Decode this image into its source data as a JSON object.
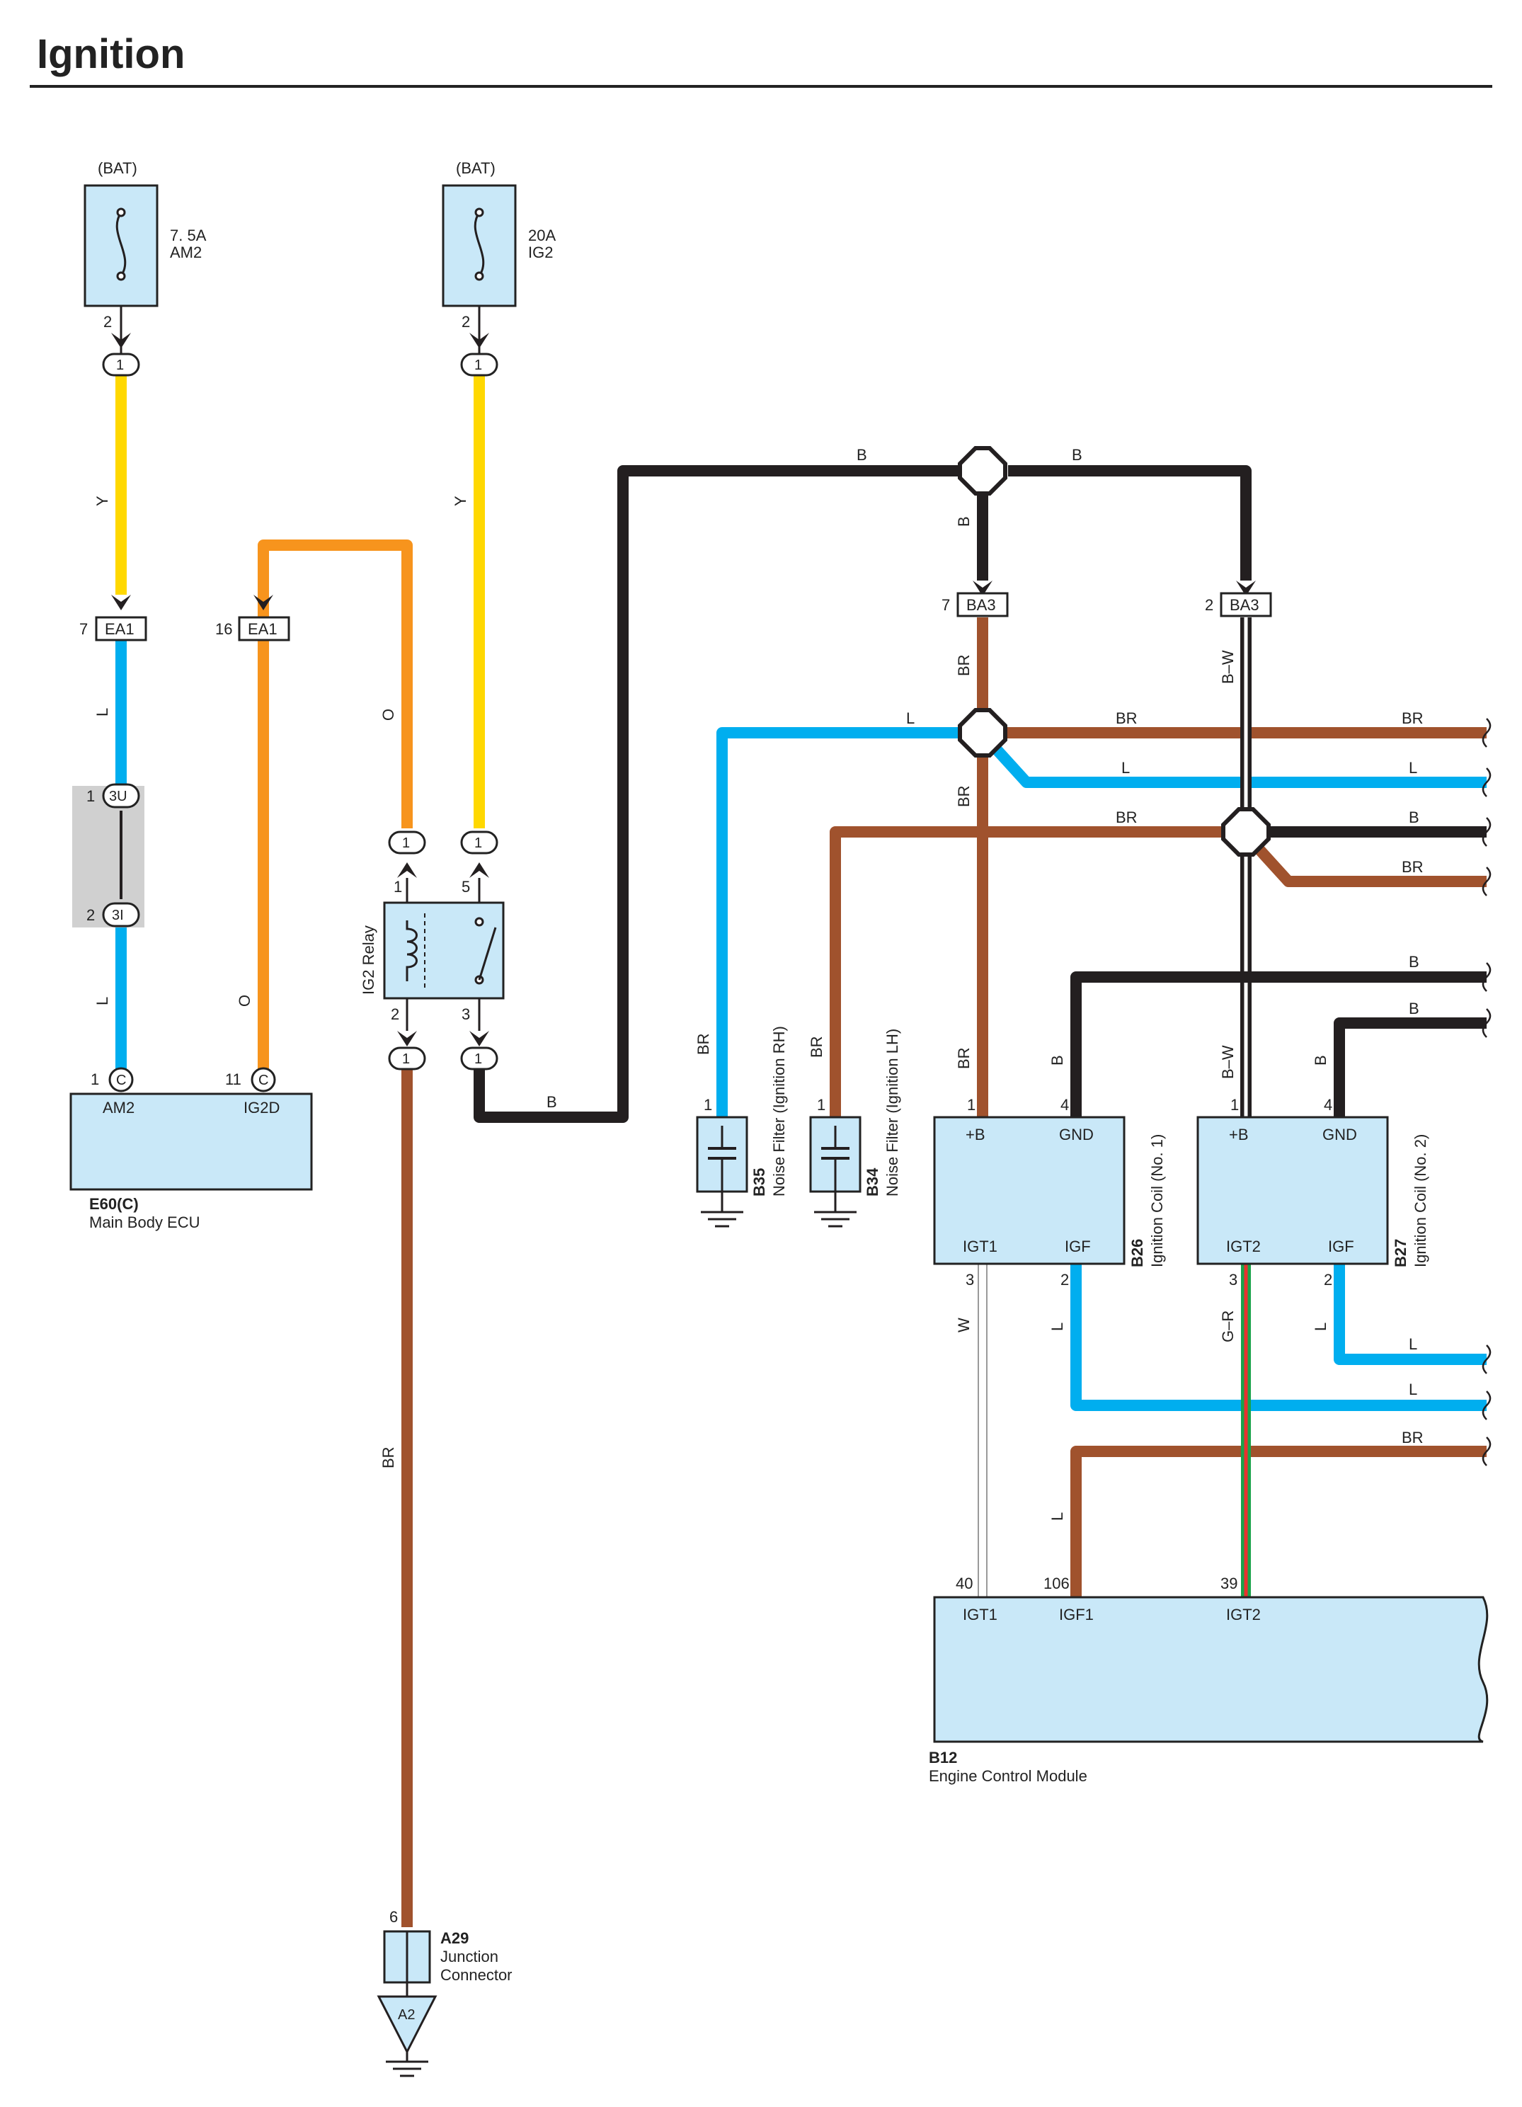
{
  "title": "Ignition",
  "colors": {
    "Y": "#ffd800",
    "L": "#00aeef",
    "O": "#f7941d",
    "BR": "#a0522d",
    "B": "#231f20",
    "W": "#ffffff",
    "box": "#c9e8f8",
    "ground_grey": "#d0d0d0",
    "G": "#1aa34a",
    "R": "#e8322d"
  },
  "fuses": [
    {
      "source": "(BAT)",
      "rating": "7. 5A",
      "name": "AM2",
      "pin": "2",
      "connector": "1"
    },
    {
      "source": "(BAT)",
      "rating": "20A",
      "name": "IG2",
      "pin": "2",
      "connector": "1"
    }
  ],
  "connectors": {
    "ea1_a": {
      "pin": "7",
      "code": "EA1"
    },
    "ea1_b": {
      "pin": "16",
      "code": "EA1"
    },
    "ba3_a": {
      "pin": "7",
      "code": "BA3"
    },
    "ba3_b": {
      "pin": "2",
      "code": "BA3"
    },
    "j3u": {
      "pin": "1",
      "code": "3U"
    },
    "j3i": {
      "pin": "2",
      "code": "3I"
    },
    "relay_in_1": "1",
    "relay_in_5": "1",
    "relay_out_2": "1",
    "relay_out_3": "1"
  },
  "relay": {
    "name": "IG2 Relay",
    "pins": {
      "coil_in": "1",
      "switch_in": "5",
      "coil_out": "2",
      "switch_out": "3"
    }
  },
  "wire_labels": {
    "y1": "Y",
    "y2": "Y",
    "l1": "L",
    "l2": "L",
    "o1": "O",
    "o2": "O",
    "br_long": "BR",
    "b_relay": "B",
    "b_top1": "B",
    "b_top2": "B",
    "b_down": "B",
    "br_ba3": "BR",
    "bw_ba3": "B–W",
    "l_nf": "L",
    "br_mid1": "BR",
    "br_mid2": "BR",
    "l_right1": "L",
    "br_right1": "BR",
    "br_nf": "BR",
    "br_coil1": "BR",
    "b_coil1": "B",
    "bw_coil2": "B–W",
    "b_coil2": "B",
    "w_igt1": "W",
    "l_igf1": "L",
    "gr_igt2": "G–R",
    "l_igf2": "L",
    "br_igf1": "BR",
    "r_br1": "BR",
    "r_l1": "L",
    "r_b1": "B",
    "r_br2": "BR",
    "r_b2": "B",
    "r_b3": "B",
    "r_l2": "L",
    "r_l3": "L",
    "r_br3": "BR"
  },
  "ecu": {
    "code": "E60(C)",
    "name": "Main Body ECU",
    "pin_am2": "1",
    "conn_am2": "C",
    "term_am2": "AM2",
    "pin_ig2d": "11",
    "conn_ig2d": "C",
    "term_ig2d": "IG2D"
  },
  "noise_filters": [
    {
      "code": "B35",
      "name": "Noise Filter (Ignition RH)",
      "pin": "1"
    },
    {
      "code": "B34",
      "name": "Noise Filter (Ignition LH)",
      "pin": "1"
    }
  ],
  "coils": [
    {
      "code": "B26",
      "name": "Ignition Coil (No. 1)",
      "pin_b": "1",
      "pin_gnd": "4",
      "pin_igt": "3",
      "pin_igf": "2",
      "term_b": "+B",
      "term_gnd": "GND",
      "term_igt": "IGT1",
      "term_igf": "IGF"
    },
    {
      "code": "B27",
      "name": "Ignition Coil (No. 2)",
      "pin_b": "1",
      "pin_gnd": "4",
      "pin_igt": "3",
      "pin_igf": "2",
      "term_b": "+B",
      "term_gnd": "GND",
      "term_igt": "IGT2",
      "term_igf": "IGF"
    }
  ],
  "ecm": {
    "code": "B12",
    "name": "Engine Control Module",
    "pin_igt1": "40",
    "term_igt1": "IGT1",
    "pin_igf1": "106",
    "term_igf1": "IGF1",
    "pin_igt2": "39",
    "term_igt2": "IGT2"
  },
  "junction": {
    "code": "A29",
    "name_line1": "Junction",
    "name_line2": "Connector",
    "pin": "6",
    "ground": "A2"
  }
}
